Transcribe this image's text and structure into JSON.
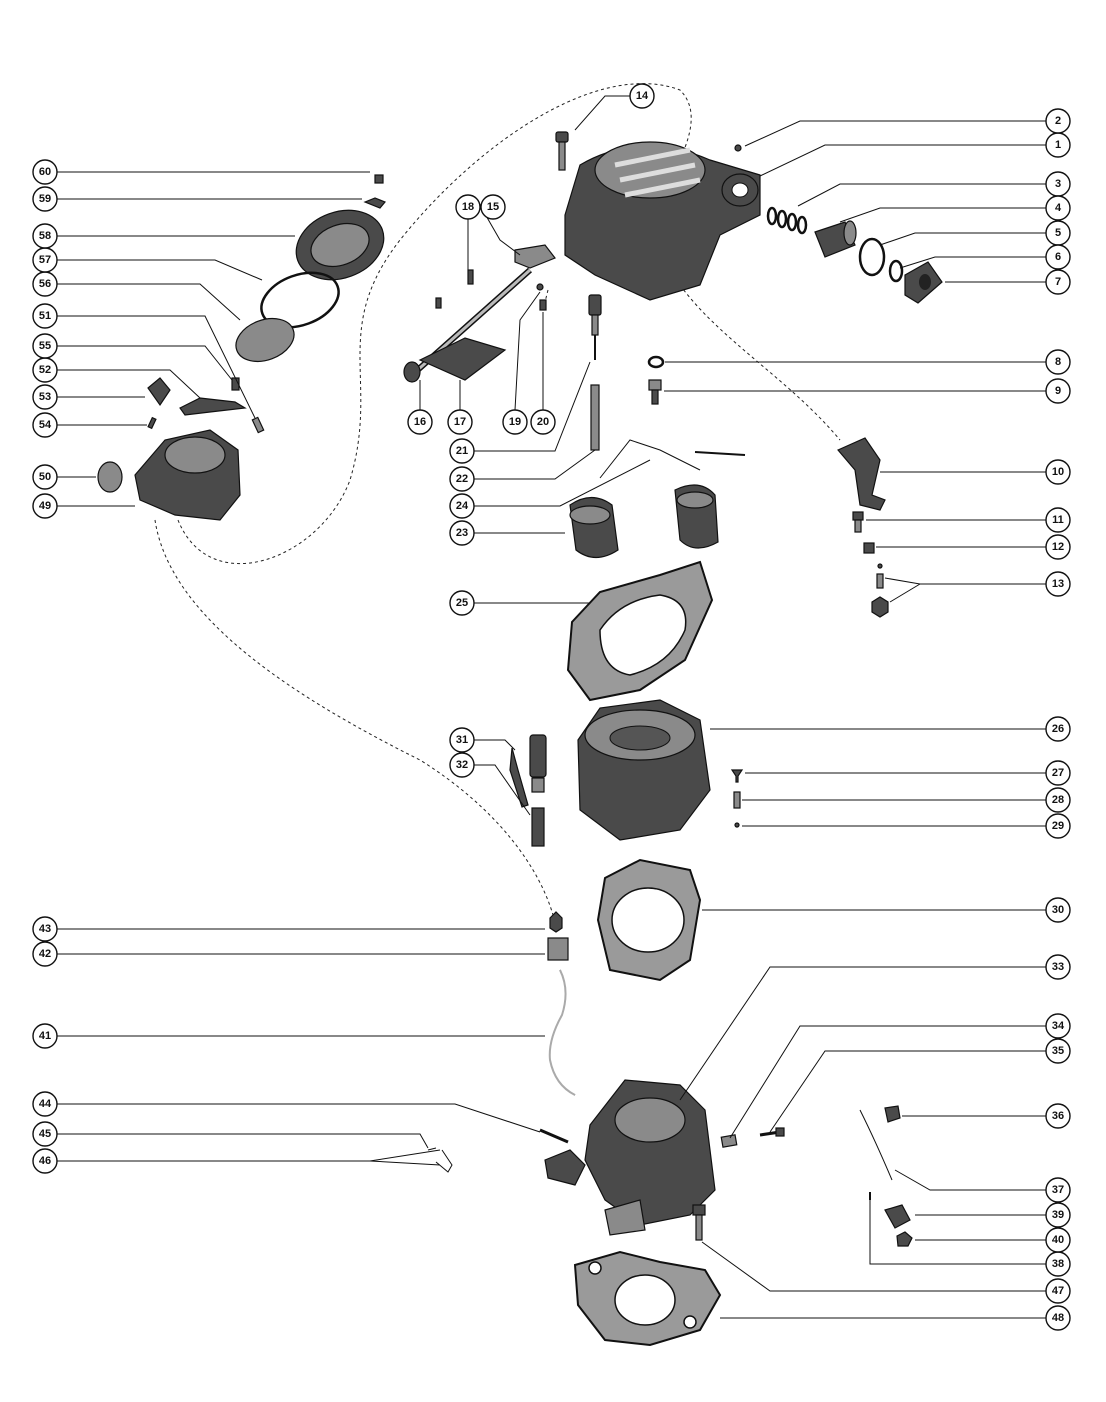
{
  "diagram": {
    "callouts": [
      {
        "id": "c1",
        "label": "1"
      },
      {
        "id": "c2",
        "label": "2"
      },
      {
        "id": "c3",
        "label": "3"
      },
      {
        "id": "c4",
        "label": "4"
      },
      {
        "id": "c5",
        "label": "5"
      },
      {
        "id": "c6",
        "label": "6"
      },
      {
        "id": "c7",
        "label": "7"
      },
      {
        "id": "c8",
        "label": "8"
      },
      {
        "id": "c9",
        "label": "9"
      },
      {
        "id": "c10",
        "label": "10"
      },
      {
        "id": "c11",
        "label": "11"
      },
      {
        "id": "c12",
        "label": "12"
      },
      {
        "id": "c13",
        "label": "13"
      },
      {
        "id": "c14",
        "label": "14"
      },
      {
        "id": "c15",
        "label": "15"
      },
      {
        "id": "c16",
        "label": "16"
      },
      {
        "id": "c17",
        "label": "17"
      },
      {
        "id": "c18",
        "label": "18"
      },
      {
        "id": "c19",
        "label": "19"
      },
      {
        "id": "c20",
        "label": "20"
      },
      {
        "id": "c21",
        "label": "21"
      },
      {
        "id": "c22",
        "label": "22"
      },
      {
        "id": "c23",
        "label": "23"
      },
      {
        "id": "c24",
        "label": "24"
      },
      {
        "id": "c25",
        "label": "25"
      },
      {
        "id": "c26",
        "label": "26"
      },
      {
        "id": "c27",
        "label": "27"
      },
      {
        "id": "c28",
        "label": "28"
      },
      {
        "id": "c29",
        "label": "29"
      },
      {
        "id": "c30",
        "label": "30"
      },
      {
        "id": "c31",
        "label": "31"
      },
      {
        "id": "c32",
        "label": "32"
      },
      {
        "id": "c33",
        "label": "33"
      },
      {
        "id": "c34",
        "label": "34"
      },
      {
        "id": "c35",
        "label": "35"
      },
      {
        "id": "c36",
        "label": "36"
      },
      {
        "id": "c37",
        "label": "37"
      },
      {
        "id": "c38",
        "label": "38"
      },
      {
        "id": "c39",
        "label": "39"
      },
      {
        "id": "c40",
        "label": "40"
      },
      {
        "id": "c41",
        "label": "41"
      },
      {
        "id": "c42",
        "label": "42"
      },
      {
        "id": "c43",
        "label": "43"
      },
      {
        "id": "c44",
        "label": "44"
      },
      {
        "id": "c45",
        "label": "45"
      },
      {
        "id": "c46",
        "label": "46"
      },
      {
        "id": "c47",
        "label": "47"
      },
      {
        "id": "c48",
        "label": "48"
      },
      {
        "id": "c49",
        "label": "49"
      },
      {
        "id": "c50",
        "label": "50"
      },
      {
        "id": "c51",
        "label": "51"
      },
      {
        "id": "c52",
        "label": "52"
      },
      {
        "id": "c53",
        "label": "53"
      },
      {
        "id": "c54",
        "label": "54"
      },
      {
        "id": "c55",
        "label": "55"
      },
      {
        "id": "c56",
        "label": "56"
      },
      {
        "id": "c57",
        "label": "57"
      },
      {
        "id": "c58",
        "label": "58"
      },
      {
        "id": "c59",
        "label": "59"
      },
      {
        "id": "c60",
        "label": "60"
      }
    ]
  }
}
